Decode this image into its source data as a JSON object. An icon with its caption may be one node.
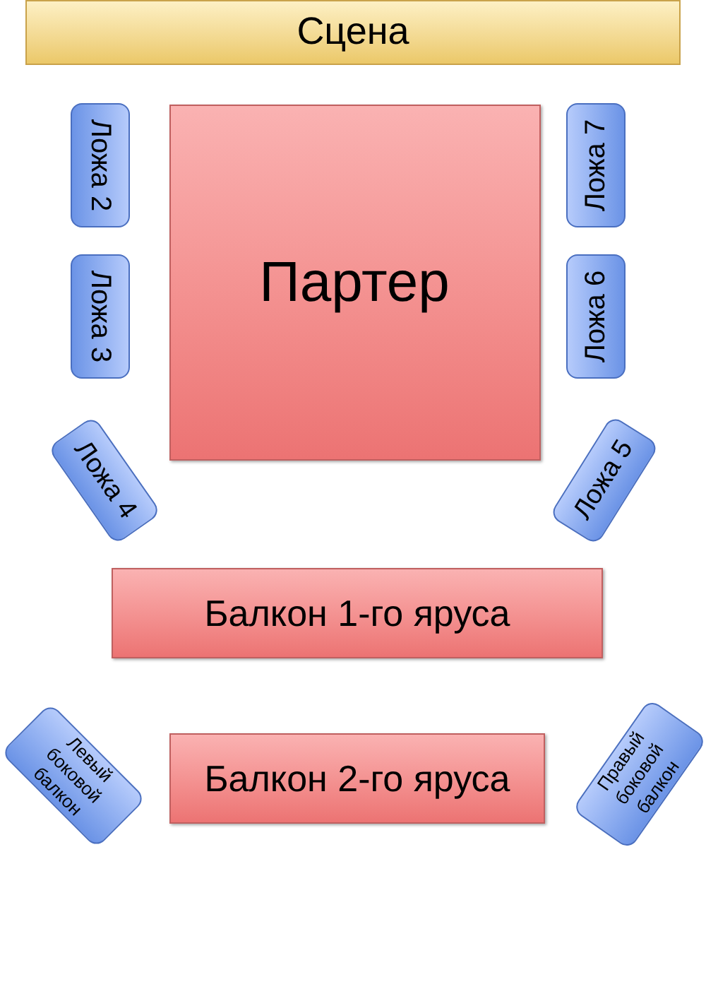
{
  "diagram": {
    "nodes": [
      {
        "text": [
          "Сцена"
        ]
      },
      {
        "text": [
          "Ложа 2"
        ]
      },
      {
        "text": [
          "Ложа 3"
        ]
      },
      {
        "text": [
          "Ложа 7"
        ]
      },
      {
        "text": [
          "Ложа 6"
        ]
      },
      {
        "text": [
          "Партер"
        ]
      },
      {
        "text": [
          "Ложа 4"
        ]
      },
      {
        "text": [
          "Ложа 5"
        ]
      },
      {
        "text": [
          "Балкон 1-го яруса"
        ]
      },
      {
        "text": [
          "Левый боковой балкон"
        ]
      },
      {
        "text": [
          "Балкон 2-го яруса"
        ]
      },
      {
        "text": [
          "Правый боковой балкон"
        ]
      }
    ]
  }
}
